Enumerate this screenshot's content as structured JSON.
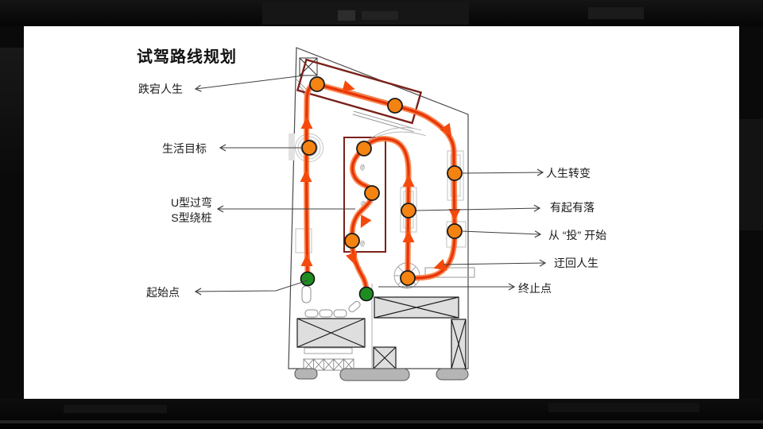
{
  "slide": {
    "title": "试驾路线规划"
  },
  "labels": {
    "ups_downs_life": "跌宕人生",
    "life_goal": "生活目标",
    "u_turn": "U型过弯",
    "s_slalom": "S型绕桩",
    "start_point": "起始点",
    "life_transition": "人生转变",
    "rises_and_falls": "有起有落",
    "start_from_tou": "从 “投” 开始",
    "roundabout_life": "迂回人生",
    "end_point": "终止点"
  },
  "colors": {
    "route": "#e63408",
    "route_halo": "#fb7a3c",
    "arrowhead": "#f5490c",
    "waypoint": "#f58311",
    "start_end": "#1f8c22",
    "zone_outline": "#7a211a",
    "plan_outline": "#4a4a4a",
    "connector": "#3f3f3f"
  }
}
